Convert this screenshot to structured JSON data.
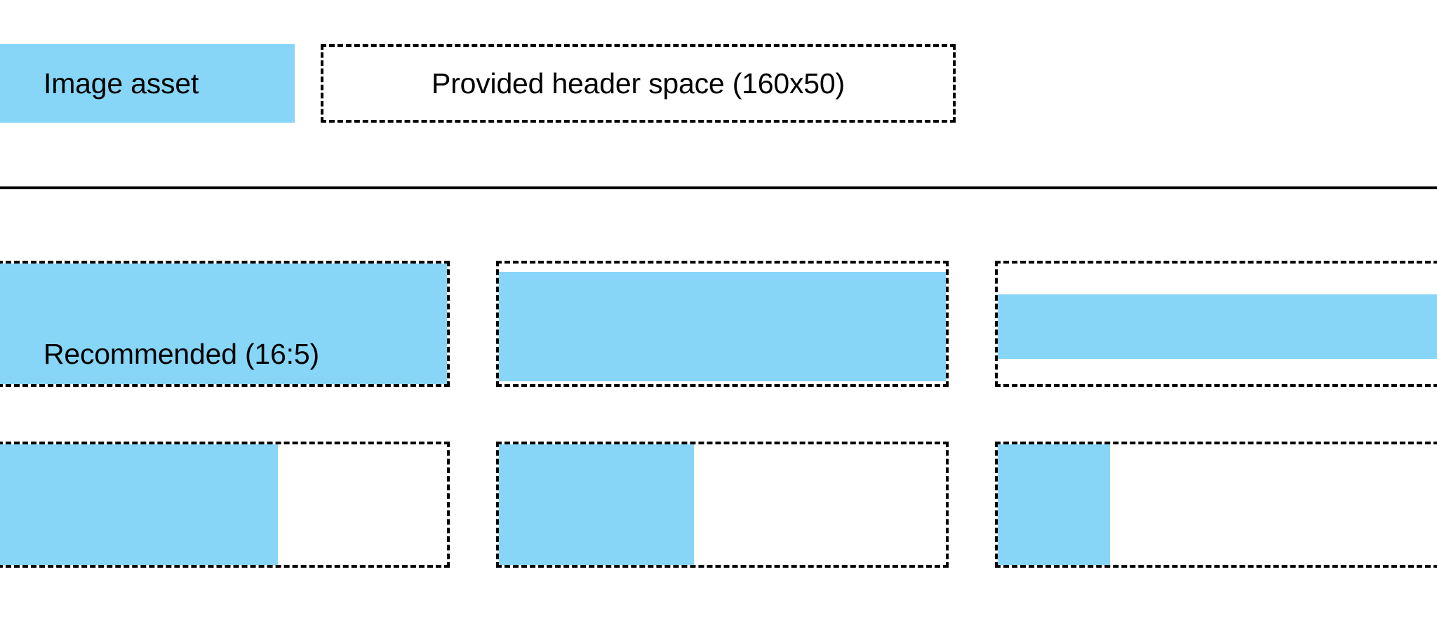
{
  "legend": {
    "swatch_label": "Image asset",
    "header_space_label": "Provided header space (160x50)",
    "swatch_color": "#87d6f7",
    "outline_color": "#000000"
  },
  "divider": {
    "color": "#000000"
  },
  "grid": {
    "rows": [
      {
        "name": "recommended-ratio-row",
        "cells": [
          {
            "name": "recommended-16-5",
            "label": "Recommended (16:5)",
            "fit": "full-bleed"
          },
          {
            "name": "slightly-inset",
            "label": "",
            "fit": "inset-vertical"
          },
          {
            "name": "letterboxed",
            "label": "",
            "fit": "letterboxed"
          }
        ]
      },
      {
        "name": "narrow-asset-row",
        "cells": [
          {
            "name": "narrow-wide",
            "label": "",
            "fit": "partial-width-large"
          },
          {
            "name": "narrow-medium",
            "label": "",
            "fit": "partial-width-medium"
          },
          {
            "name": "narrow-small",
            "label": "",
            "fit": "partial-width-small"
          }
        ]
      }
    ]
  }
}
